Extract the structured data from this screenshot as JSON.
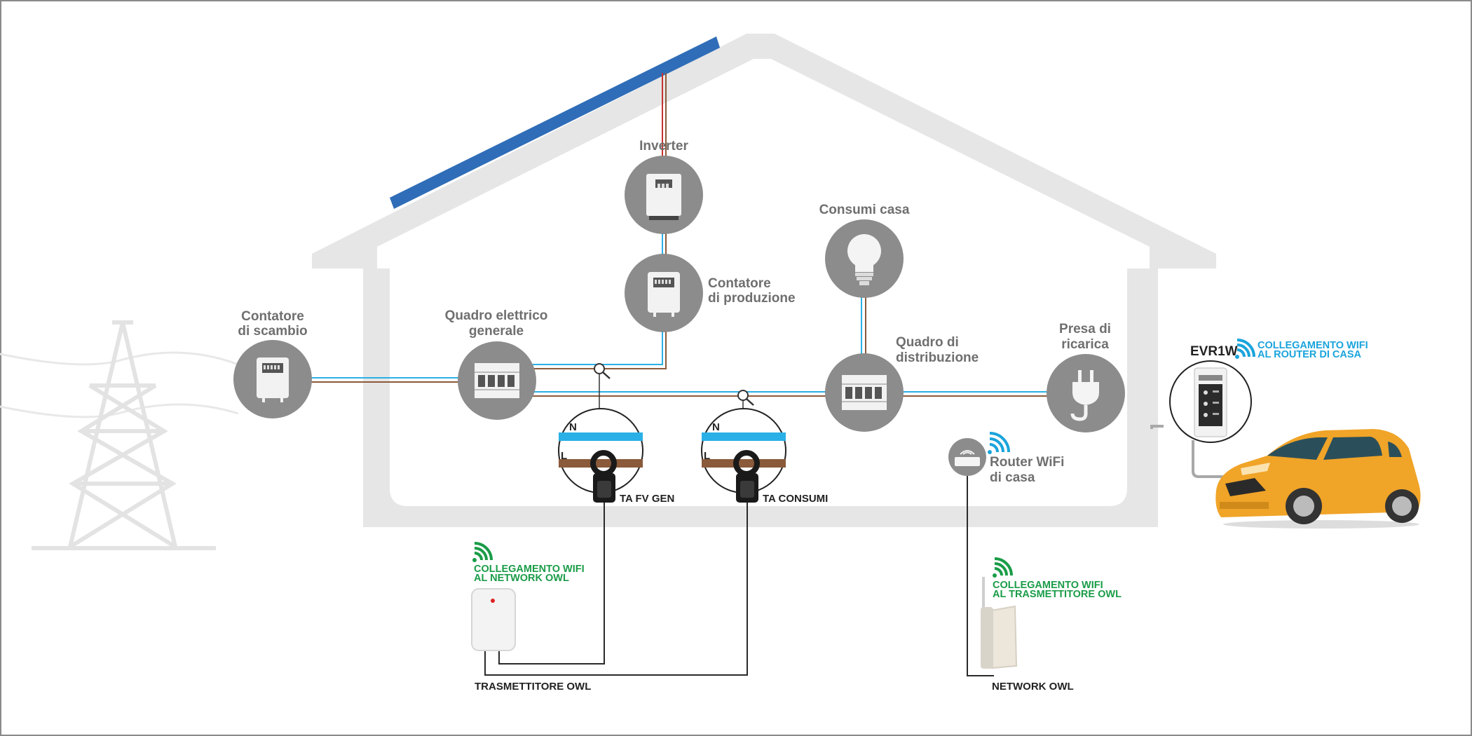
{
  "labels": {
    "inverter": "Inverter",
    "consumi_casa": "Consumi casa",
    "contatore_produzione_l1": "Contatore",
    "contatore_produzione_l2": "di produzione",
    "contatore_scambio_l1": "Contatore",
    "contatore_scambio_l2": "di scambio",
    "quadro_generale_l1": "Quadro elettrico",
    "quadro_generale_l2": "generale",
    "quadro_distribuzione_l1": "Quadro di",
    "quadro_distribuzione_l2": "distribuzione",
    "presa_l1": "Presa di",
    "presa_l2": "ricarica",
    "router_l1": "Router WiFi",
    "router_l2": "di casa",
    "evr1w": "EVR1W",
    "wifi_router_l1": "COLLEGAMENTO WIFI",
    "wifi_router_l2": "AL ROUTER DI CASA",
    "ta_fv_gen": "TA FV GEN",
    "ta_consumi": "TA CONSUMI",
    "wifi_network_l1": "COLLEGAMENTO WIFI",
    "wifi_network_l2": "AL NETWORK OWL",
    "wifi_trasm_l1": "COLLEGAMENTO WIFI",
    "wifi_trasm_l2": "AL TRASMETTITORE OWL",
    "trasmettitore": "TRASMETTITORE OWL",
    "network": "NETWORK OWL",
    "clamp_n": "N",
    "clamp_l": "L"
  },
  "colors": {
    "house": "#e6e6e6",
    "node": "#8c8c8c",
    "panel": "#2f6db8",
    "wire_neutral": "#2ab0e6",
    "wire_line": "#8a5a3a",
    "wire_dc": "#c8322c",
    "car": "#f0a428",
    "wifi_blue": "#1aa4dc",
    "wifi_green": "#1a9c48"
  },
  "icons": {
    "inverter": "inverter-icon",
    "meter": "meter-icon",
    "panel": "breaker-panel-icon",
    "bulb": "light-bulb-icon",
    "plug": "plug-icon",
    "router": "router-icon",
    "wifi": "wifi-icon",
    "clamp": "current-clamp-icon",
    "zoom": "magnifier-icon"
  }
}
